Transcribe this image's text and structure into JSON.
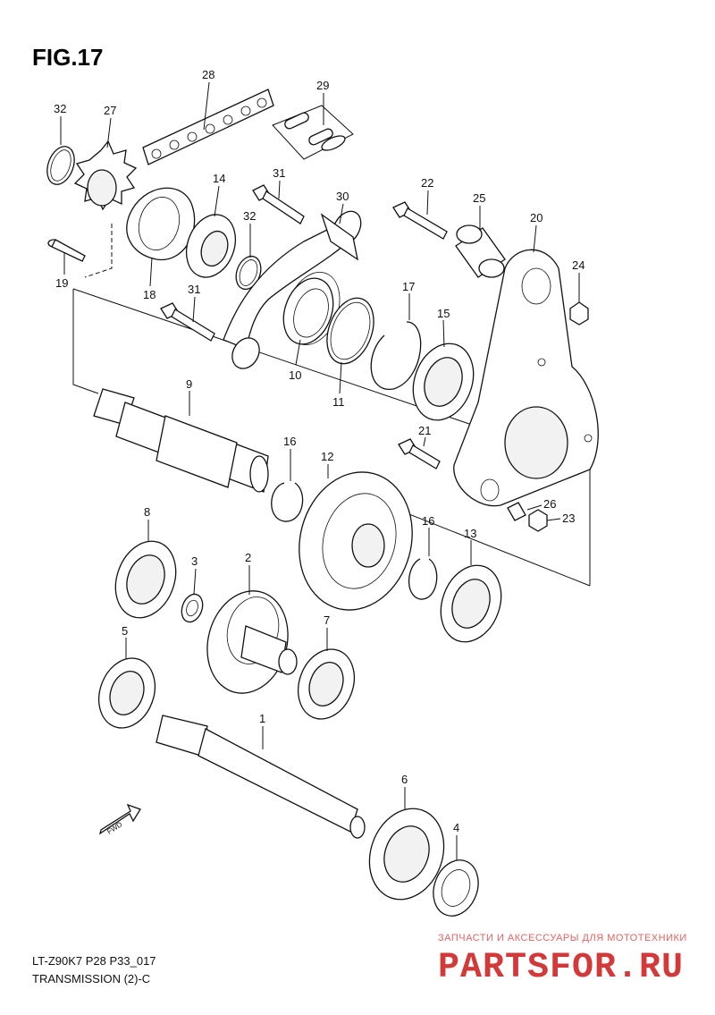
{
  "figure_title": "FIG.17",
  "footer": {
    "code": "LT-Z90K7 P28 P33_017",
    "section": "TRANSMISSION (2)-C"
  },
  "fwd_label": "FWD",
  "watermark": {
    "tagline": "ЗАПЧАСТИ И АКСЕССУАРЫ ДЛЯ МОТОТЕХНИКИ",
    "brand": "PARTSFOR.RU"
  },
  "callouts": {
    "n1": "1",
    "n2": "2",
    "n3": "3",
    "n4": "4",
    "n5": "5",
    "n6": "6",
    "n7": "7",
    "n8": "8",
    "n9": "9",
    "n10": "10",
    "n11": "11",
    "n12": "12",
    "n13": "13",
    "n14": "14",
    "n15": "15",
    "n16a": "16",
    "n16b": "16",
    "n17": "17",
    "n18": "18",
    "n19": "19",
    "n20": "20",
    "n21": "21",
    "n22": "22",
    "n23": "23",
    "n24": "24",
    "n25": "25",
    "n26": "26",
    "n27": "27",
    "n28": "28",
    "n29": "29",
    "n30": "30",
    "n31a": "31",
    "n31b": "31",
    "n32a": "32",
    "n32b": "32"
  }
}
